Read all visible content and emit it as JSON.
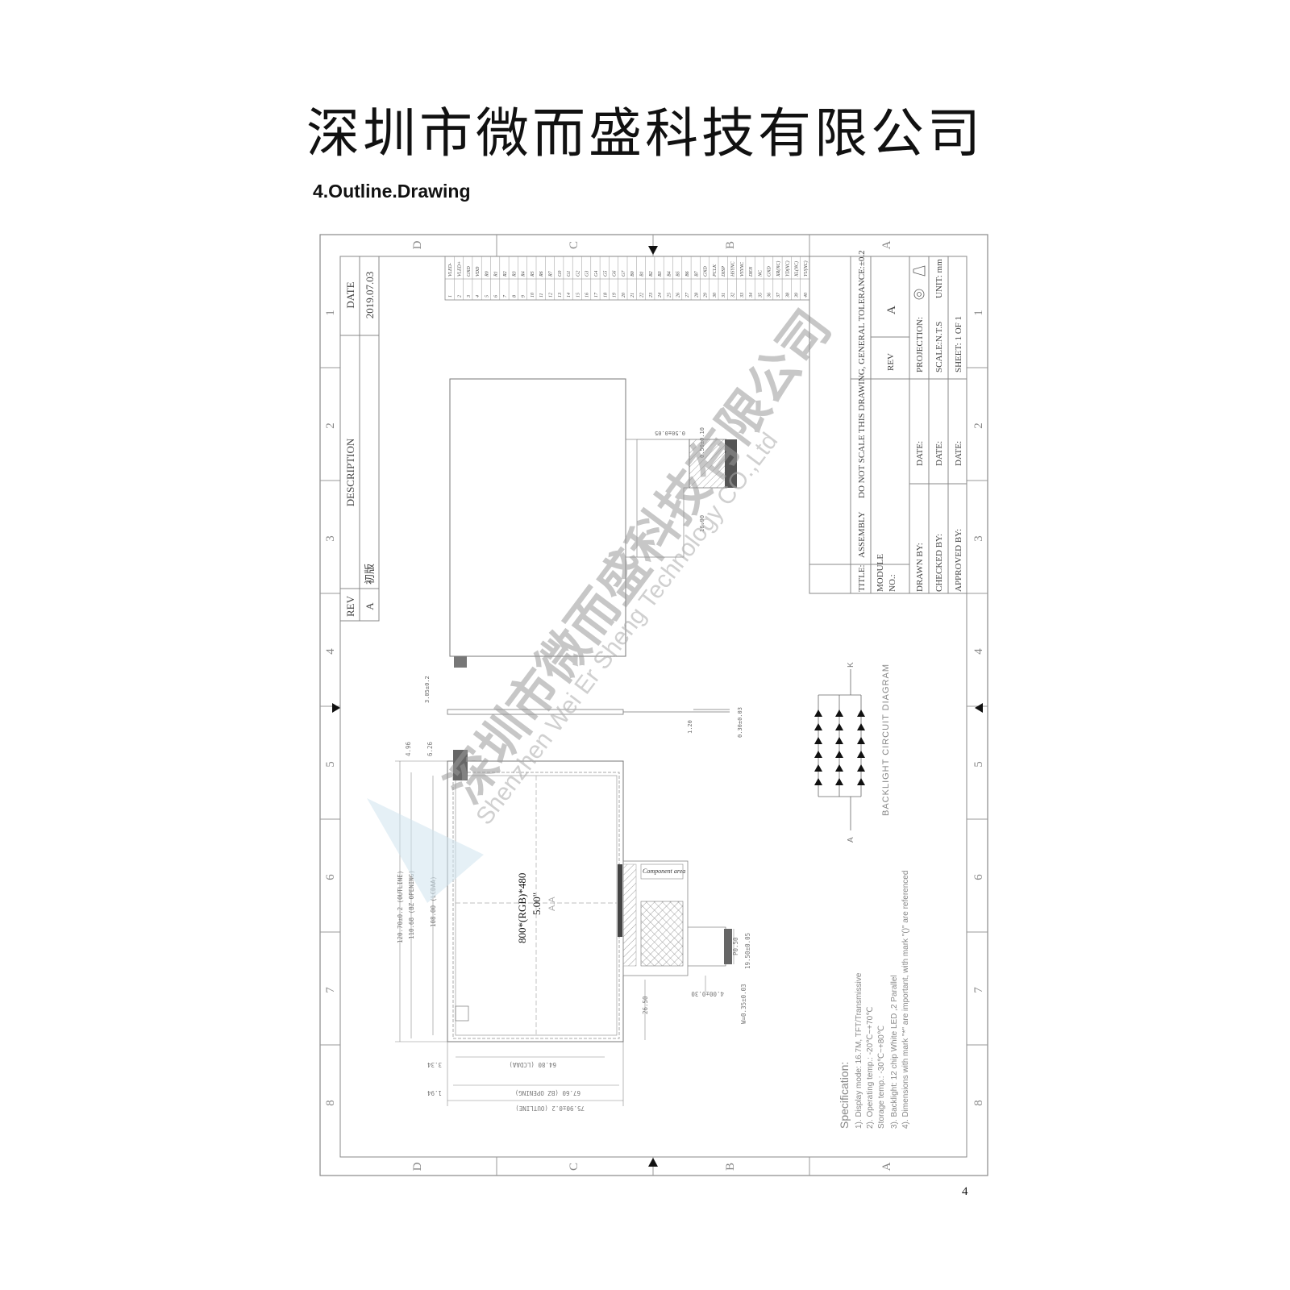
{
  "header": {
    "company_name": "深圳市微而盛科技有限公司",
    "section_title": "4.Outline.Drawing",
    "page_number": "4"
  },
  "frame": {
    "zone_letters": [
      "D",
      "C",
      "B",
      "A"
    ],
    "zone_numbers": [
      "1",
      "2",
      "3",
      "4",
      "5",
      "6",
      "7",
      "8"
    ]
  },
  "revision_block": {
    "rev_header": "REV",
    "description_header": "DESCRIPTION",
    "date_header": "DATE",
    "rev_value": "A",
    "description_value": "初版",
    "date_value": "2019.07.03"
  },
  "pin_table": {
    "numbers": [
      "1",
      "2",
      "3",
      "4",
      "5",
      "6",
      "7",
      "8",
      "9",
      "10",
      "11",
      "12",
      "13",
      "14",
      "15",
      "16",
      "17",
      "18",
      "19",
      "20",
      "21",
      "22",
      "23",
      "24",
      "25",
      "26",
      "27",
      "28",
      "29",
      "30",
      "31",
      "32",
      "33",
      "34",
      "35",
      "36",
      "37",
      "38",
      "39",
      "40"
    ],
    "names": [
      "VLED-",
      "VLED+",
      "GND",
      "VDD",
      "R0",
      "R1",
      "R2",
      "R3",
      "R4",
      "R5",
      "R6",
      "R7",
      "G0",
      "G1",
      "G2",
      "G3",
      "G4",
      "G5",
      "G6",
      "G7",
      "B0",
      "B1",
      "B2",
      "B3",
      "B4",
      "B5",
      "B6",
      "B7",
      "GND",
      "PCLK",
      "DISP",
      "HSYNC",
      "VSYNC",
      "DEN",
      "NC",
      "GND",
      "XR(NC)",
      "YD(NC)",
      "XL(NC)",
      "YU(NC)"
    ]
  },
  "title_block": {
    "title_label": "TITLE:",
    "title_value": "ASSEMBLY",
    "note": "DO NOT SCALE THIS DRAWING, GENERAL TOLERANCE:±0.2",
    "module_label": "MODULE",
    "no_label": "NO.:",
    "rev_label": "REV",
    "rev_value": "A",
    "drawn_by": "DRAWN BY:",
    "checked_by": "CHECKED BY:",
    "approved_by": "APPROVED BY:",
    "date_label": "DATE:",
    "projection": "PROJECTION:",
    "scale": "SCALE:N.T.S",
    "unit": "UNIT: mm",
    "sheet": "SHEET: 1 OF 1"
  },
  "drawing": {
    "resolution": "800*(RGB)*480",
    "size": "5.00\"",
    "aa_label": "A.A",
    "dim_outline_h": "120.70±0.2 (OUTLINE)",
    "dim_bz_h": "110.68 (BZ OPENING)",
    "dim_lcd_h": "108.00 (LCDAA)",
    "dim_outline_w": "75.90±0.2 (OUTLINE)",
    "dim_bz_w": "67.60 (BZ OPENING)",
    "dim_lcd_w": "64.80 (LCDAA)",
    "dim_top1": "4.96",
    "dim_top2": "6.26",
    "dim_side1": "3.34",
    "dim_side2": "1.94",
    "dim_fpc": "26.50",
    "dim_fpc_w": "19.50±0.05",
    "dim_pitch": "P0.50",
    "dim_pin_w": "W=0.35±0.03",
    "dim_tail": "4.00±0.30",
    "dim_thick1": "3.05±0.2",
    "dim_thick2": "1.20",
    "dim_thick3": "0.30±0.03",
    "dim_conn1": "0.50±0.05",
    "dim_conn2": "0.50±0.10",
    "dim_conn3": "16.90",
    "component_area": "Component area"
  },
  "backlight": {
    "title": "BACKLIGHT CIRCUIT DIAGRAM",
    "anode": "A",
    "cathode": "K"
  },
  "specification": {
    "title": "Specification:",
    "items": [
      "1). Display mode: 16.7M, TFT/Transmissive",
      "2). Operating temp.: -20℃~+70℃",
      "     Storage temp.: -30℃~+80℃",
      "3). Backlight: 12 chip White LED ,2 Parallel",
      "4). Dimensions with mark \"*\" are important, with mark \"()\" are referenced"
    ]
  },
  "watermark": {
    "cn": "深圳市微而盛科技有限公司",
    "en": "Shenzhen Wei Er Sheng Technology CO.,Ltd"
  }
}
